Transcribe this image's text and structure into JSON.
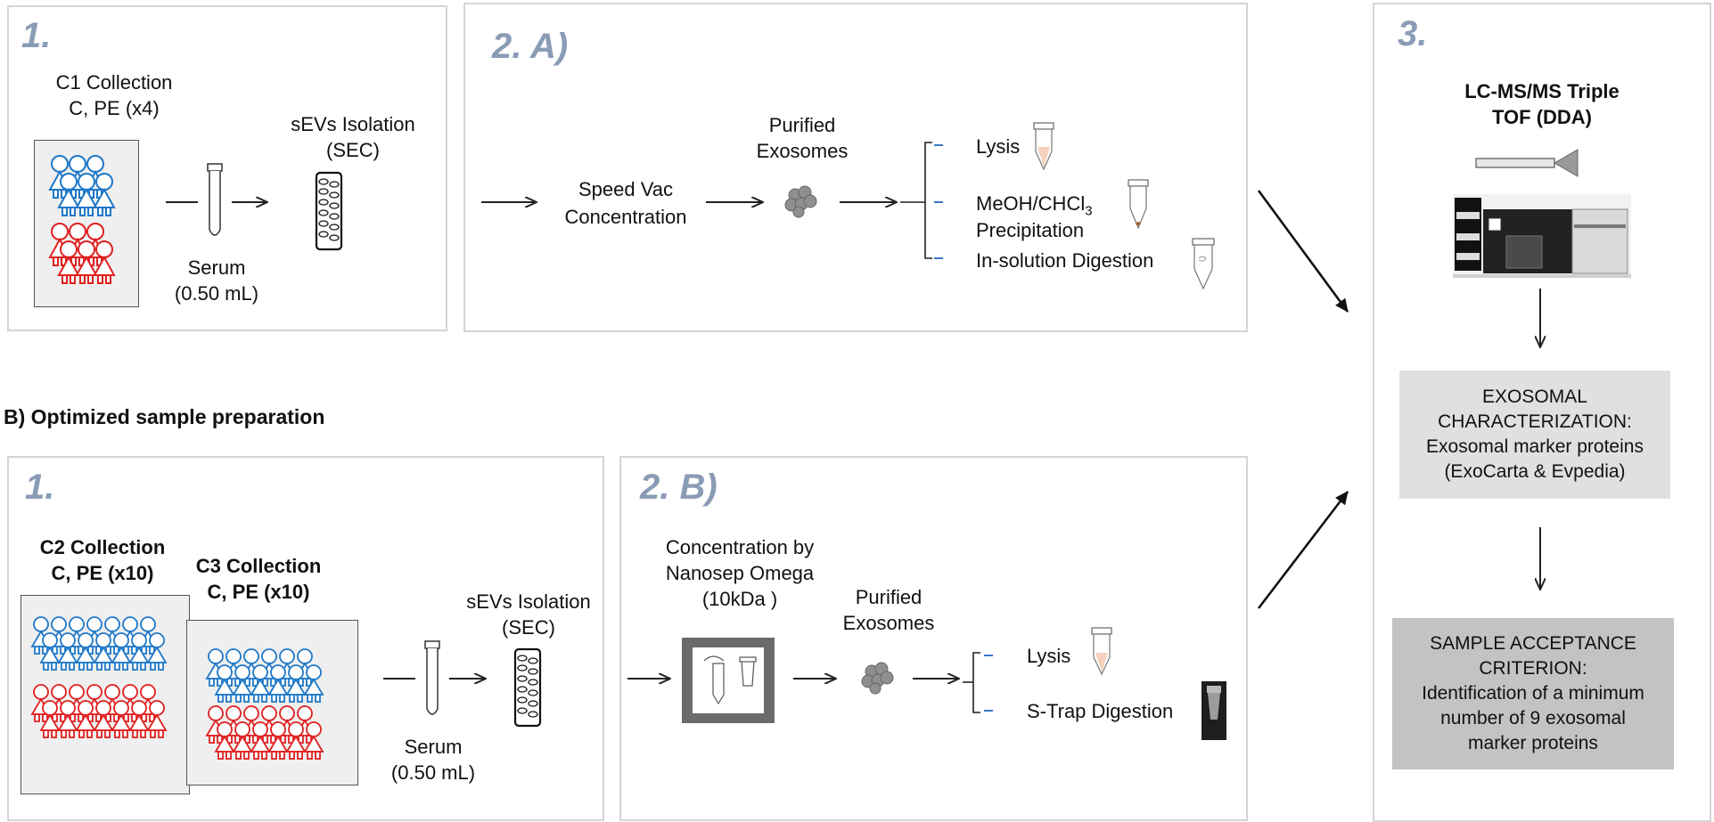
{
  "panel_a1": {
    "step": "1.",
    "collection_title": "C1 Collection",
    "collection_sub": "C, PE (x4)",
    "isolation_line1": "sEVs Isolation",
    "isolation_line2": "(SEC)",
    "serum_line1": "Serum",
    "serum_line2": "(0.50 mL)"
  },
  "panel_a2": {
    "step": "2. A)",
    "speedvac_line1": "Speed Vac",
    "speedvac_line2": "Concentration",
    "purified_line1": "Purified",
    "purified_line2": "Exosomes",
    "options": [
      "Lysis",
      "MeOH/CHCl",
      "Precipitation",
      "In-solution Digestion"
    ],
    "meoh_subscript": "3"
  },
  "section_b_title": "B) Optimized sample preparation",
  "panel_b1": {
    "step": "1.",
    "c2_title": "C2 Collection",
    "c2_sub": "C, PE (x10)",
    "c3_title": "C3 Collection",
    "c3_sub": "C, PE (x10)",
    "isolation_line1": "sEVs Isolation",
    "isolation_line2": "(SEC)",
    "serum_line1": "Serum",
    "serum_line2": "(0.50 mL)"
  },
  "panel_b2": {
    "step": "2. B)",
    "conc_line1": "Concentration by",
    "conc_line2": "Nanosep Omega",
    "conc_line3": "(10kDa )",
    "purified_line1": "Purified",
    "purified_line2": "Exosomes",
    "options": [
      "Lysis",
      "S-Trap Digestion"
    ]
  },
  "panel_3": {
    "step": "3.",
    "instrument_line1": "LC-MS/MS Triple",
    "instrument_line2": "TOF (DDA)",
    "characterization": [
      "EXOSOMAL",
      "CHARACTERIZATION:",
      "Exosomal marker proteins",
      "(ExoCarta & Evpedia)"
    ],
    "acceptance": [
      "SAMPLE ACCEPTANCE",
      "CRITERION:",
      "Identification of a minimum",
      "number of 9 exosomal",
      "marker proteins"
    ]
  },
  "colors": {
    "step_label": "#8a9bb5",
    "control_people": "#1f78c8",
    "pe_people": "#e02020",
    "panel_border": "#d4d4d4",
    "characterization_box": "#e0e0e0",
    "acceptance_box": "#c3c3c3",
    "bracket_dash": "#3a78c8"
  },
  "icons": [
    "people-group-icon",
    "test-tube-icon",
    "sec-column-icon",
    "exosome-cluster-icon",
    "eppendorf-tube-icon",
    "mass-spectrometer-icon",
    "s-trap-column-icon",
    "nanosep-device-icon"
  ]
}
